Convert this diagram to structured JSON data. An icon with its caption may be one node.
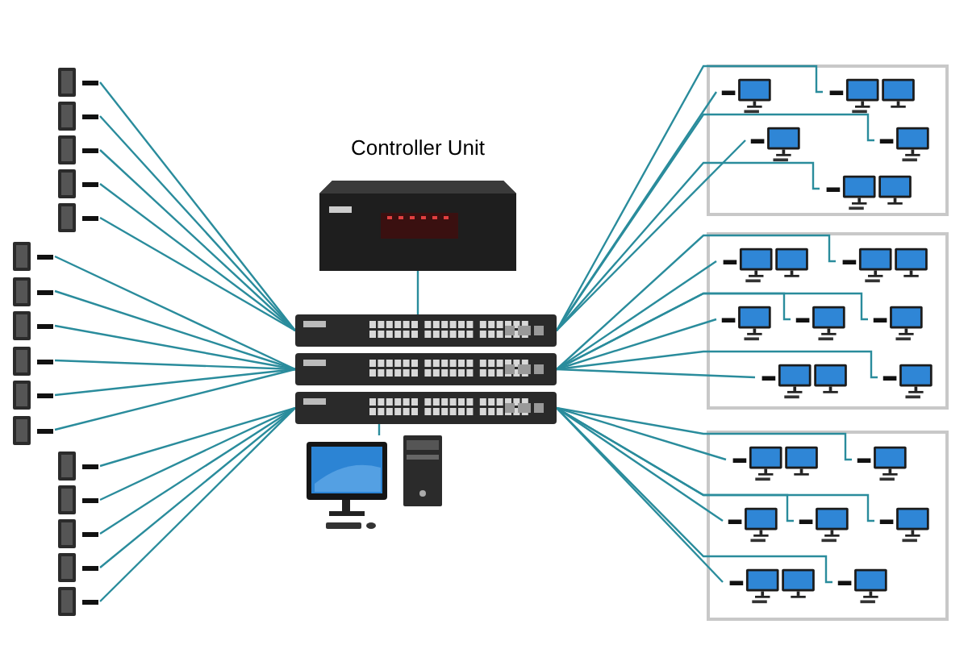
{
  "diagram": {
    "nodes": [
      {
        "text": [
          "Controller Unit"
        ]
      },
      {
        "text": [],
        "shape": "picture"
      },
      {
        "text": [],
        "shape": "picture"
      },
      {
        "text": [],
        "shape": "picture"
      },
      {
        "text": [],
        "shape": "picture"
      },
      {
        "text": [],
        "shape": "picture"
      },
      {
        "text": [],
        "shape": "picture"
      },
      {
        "text": [],
        "shape": "picture"
      },
      {
        "text": [],
        "shape": "picture"
      },
      {
        "text": [],
        "shape": "picture"
      },
      {
        "text": [],
        "shape": "picture"
      },
      {
        "text": [],
        "shape": "picture"
      },
      {
        "text": [],
        "shape": "picture"
      },
      {
        "text": [],
        "shape": "picture"
      },
      {
        "text": [],
        "shape": "picture"
      },
      {
        "text": [],
        "shape": "picture"
      },
      {
        "text": [],
        "shape": "picture"
      },
      {
        "text": [],
        "shape": "picture"
      },
      {
        "text": [],
        "shape": "picture"
      },
      {
        "text": [],
        "shape": "picture"
      },
      {
        "text": [],
        "shape": "picture"
      },
      {
        "text": [],
        "shape": "box"
      },
      {
        "text": [],
        "shape": "picture",
        "in": 21
      },
      {
        "text": [],
        "shape": "picture",
        "in": 21
      },
      {
        "text": [],
        "shape": "picture",
        "in": 21
      },
      {
        "text": [],
        "shape": "picture",
        "in": 21
      },
      {
        "text": [],
        "shape": "picture",
        "in": 21
      },
      {
        "text": [],
        "shape": "box"
      },
      {
        "text": [],
        "shape": "picture",
        "in": 27
      },
      {
        "text": [],
        "shape": "picture",
        "in": 27
      },
      {
        "text": [],
        "shape": "picture",
        "in": 27
      },
      {
        "text": [],
        "shape": "picture",
        "in": 27
      },
      {
        "text": [],
        "shape": "picture",
        "in": 27
      },
      {
        "text": [],
        "shape": "picture",
        "in": 27
      },
      {
        "text": [],
        "shape": "picture",
        "in": 27
      },
      {
        "text": [],
        "shape": "box"
      },
      {
        "text": [],
        "shape": "picture",
        "in": 35
      },
      {
        "text": [],
        "shape": "picture",
        "in": 35
      },
      {
        "text": [],
        "shape": "picture",
        "in": 35
      },
      {
        "text": [],
        "shape": "picture",
        "in": 35
      },
      {
        "text": [],
        "shape": "picture",
        "in": 35
      },
      {
        "text": [],
        "shape": "picture",
        "in": 35
      },
      {
        "text": [],
        "shape": "picture",
        "in": 35
      }
    ],
    "edges": [
      {
        "from": 0,
        "to": 1,
        "arrow": "none"
      },
      {
        "from": 3,
        "to": 4,
        "arrow": "none"
      },
      {
        "from": 1,
        "to": 5,
        "arrow": "none"
      },
      {
        "from": 1,
        "to": 6,
        "arrow": "none"
      },
      {
        "from": 1,
        "to": 7,
        "arrow": "none"
      },
      {
        "from": 1,
        "to": 8,
        "arrow": "none"
      },
      {
        "from": 1,
        "to": 9,
        "arrow": "none"
      },
      {
        "from": 2,
        "to": 10,
        "arrow": "none"
      },
      {
        "from": 2,
        "to": 11,
        "arrow": "none"
      },
      {
        "from": 2,
        "to": 12,
        "arrow": "none"
      },
      {
        "from": 2,
        "to": 13,
        "arrow": "none"
      },
      {
        "from": 2,
        "to": 14,
        "arrow": "none"
      },
      {
        "from": 2,
        "to": 15,
        "arrow": "none"
      },
      {
        "from": 3,
        "to": 16,
        "arrow": "none"
      },
      {
        "from": 3,
        "to": 17,
        "arrow": "none"
      },
      {
        "from": 3,
        "to": 18,
        "arrow": "none"
      },
      {
        "from": 3,
        "to": 19,
        "arrow": "none"
      },
      {
        "from": 3,
        "to": 20,
        "arrow": "none"
      },
      {
        "from": 1,
        "to": 22,
        "arrow": "none"
      },
      {
        "from": 1,
        "to": 23,
        "arrow": "none"
      },
      {
        "from": 1,
        "to": 24,
        "arrow": "none"
      },
      {
        "from": 1,
        "to": 25,
        "arrow": "none"
      },
      {
        "from": 1,
        "to": 26,
        "arrow": "none"
      },
      {
        "from": 2,
        "to": 28,
        "arrow": "none"
      },
      {
        "from": 2,
        "to": 29,
        "arrow": "none"
      },
      {
        "from": 2,
        "to": 30,
        "arrow": "none"
      },
      {
        "from": 2,
        "to": 31,
        "arrow": "none"
      },
      {
        "from": 2,
        "to": 32,
        "arrow": "none"
      },
      {
        "from": 2,
        "to": 33,
        "arrow": "none"
      },
      {
        "from": 2,
        "to": 34,
        "arrow": "none"
      },
      {
        "from": 3,
        "to": 36,
        "arrow": "none"
      },
      {
        "from": 3,
        "to": 37,
        "arrow": "none"
      },
      {
        "from": 3,
        "to": 38,
        "arrow": "none"
      },
      {
        "from": 3,
        "to": 39,
        "arrow": "none"
      },
      {
        "from": 3,
        "to": 40,
        "arrow": "none"
      },
      {
        "from": 3,
        "to": 41,
        "arrow": "none"
      },
      {
        "from": 3,
        "to": 42,
        "arrow": "none"
      }
    ]
  }
}
